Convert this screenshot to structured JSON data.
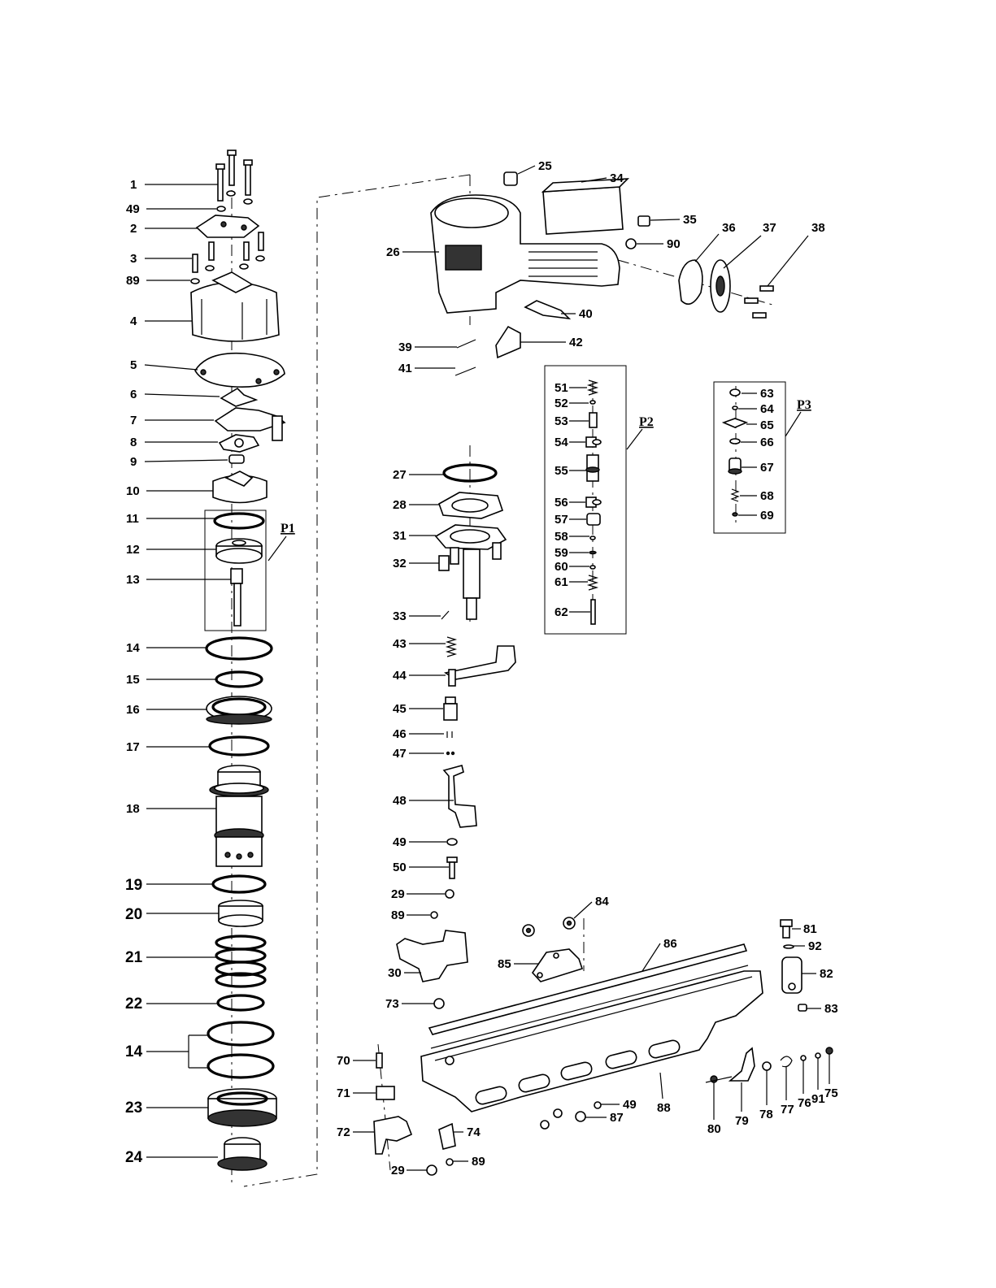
{
  "diagram": {
    "group_labels": [
      "P1",
      "P2",
      "P3"
    ],
    "left_column_parts": [
      "1",
      "49",
      "2",
      "3",
      "89",
      "4",
      "5",
      "6",
      "7",
      "8",
      "9",
      "10",
      "11",
      "12",
      "13",
      "14",
      "15",
      "16",
      "17",
      "18",
      "19",
      "20",
      "21",
      "22",
      "14",
      "23",
      "24"
    ],
    "body_parts": [
      "25",
      "34",
      "35",
      "36",
      "37",
      "38",
      "26",
      "90",
      "40",
      "39",
      "42",
      "41"
    ],
    "p2_parts": [
      "51",
      "52",
      "53",
      "54",
      "55",
      "56",
      "57",
      "58",
      "59",
      "60",
      "61",
      "62"
    ],
    "p3_parts": [
      "63",
      "64",
      "65",
      "66",
      "67",
      "68",
      "69"
    ],
    "middle_parts": [
      "27",
      "28",
      "31",
      "32",
      "33",
      "43",
      "44",
      "45",
      "46",
      "47",
      "48",
      "49",
      "50",
      "29",
      "89",
      "30",
      "73"
    ],
    "magazine_parts": [
      "84",
      "86",
      "85",
      "81",
      "92",
      "82",
      "83",
      "88",
      "70",
      "71",
      "72",
      "74",
      "29",
      "89",
      "49",
      "87",
      "80",
      "79",
      "78",
      "77",
      "76",
      "91",
      "75"
    ]
  }
}
